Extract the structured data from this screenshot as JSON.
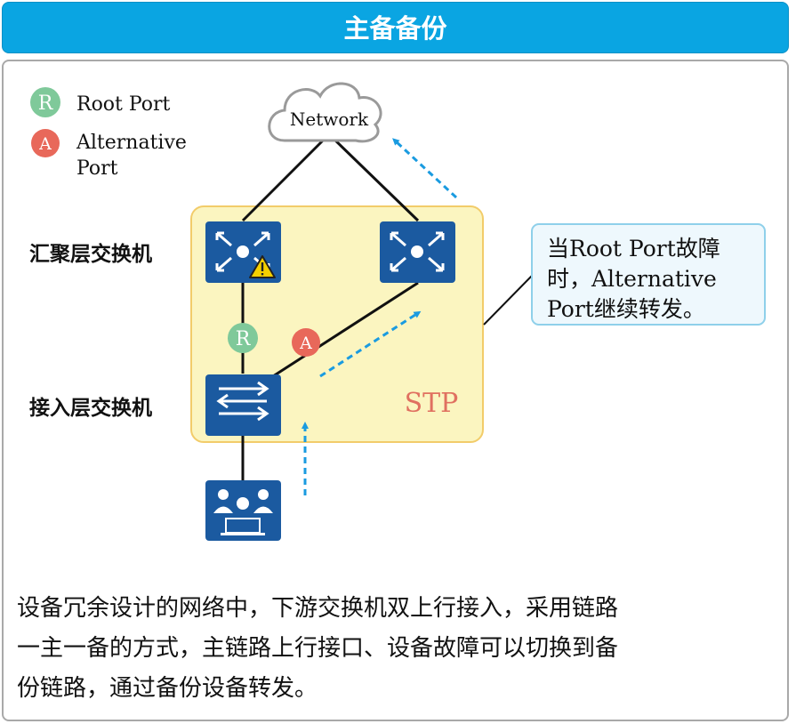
{
  "header": {
    "title": "主备备份"
  },
  "legend": [
    {
      "badge": "R",
      "label": "Root Port",
      "color": "#7fc99a"
    },
    {
      "badge": "A",
      "label_lines": [
        "Alternative",
        "Port"
      ],
      "color": "#e8685a"
    }
  ],
  "cloud": {
    "label": "Network"
  },
  "layers": {
    "aggregation": "汇聚层交换机",
    "access": "接入层交换机"
  },
  "stp_label": "STP",
  "callout": {
    "lines": [
      "当Root Port故障",
      "时，Alternative",
      "Port继续转发。"
    ]
  },
  "port_badges": {
    "root": "R",
    "alternative": "A"
  },
  "description": {
    "lines": [
      "设备冗余设计的网络中，下游交换机双上行接入，采用链路",
      "一主一备的方式，主链路上行接口、设备故障可以切换到备",
      "份链路，通过备份设备转发。"
    ]
  },
  "colors": {
    "header": "#0aa5e2",
    "device": "#1b5aa0",
    "stp_zone": "#fbf5c0",
    "stp_border": "#f2cc6a",
    "stp_text": "#e07060",
    "arrow": "#1a9be0",
    "callout_border": "#8fd0ea",
    "callout_fill": "#eef8fd",
    "warning": "#f5d000"
  },
  "icons": {
    "aggregation_left": "core-switch-icon",
    "aggregation_right": "core-switch-icon",
    "access": "access-switch-icon",
    "users": "users-icon",
    "warning": "warning-icon",
    "cloud": "cloud-icon"
  }
}
